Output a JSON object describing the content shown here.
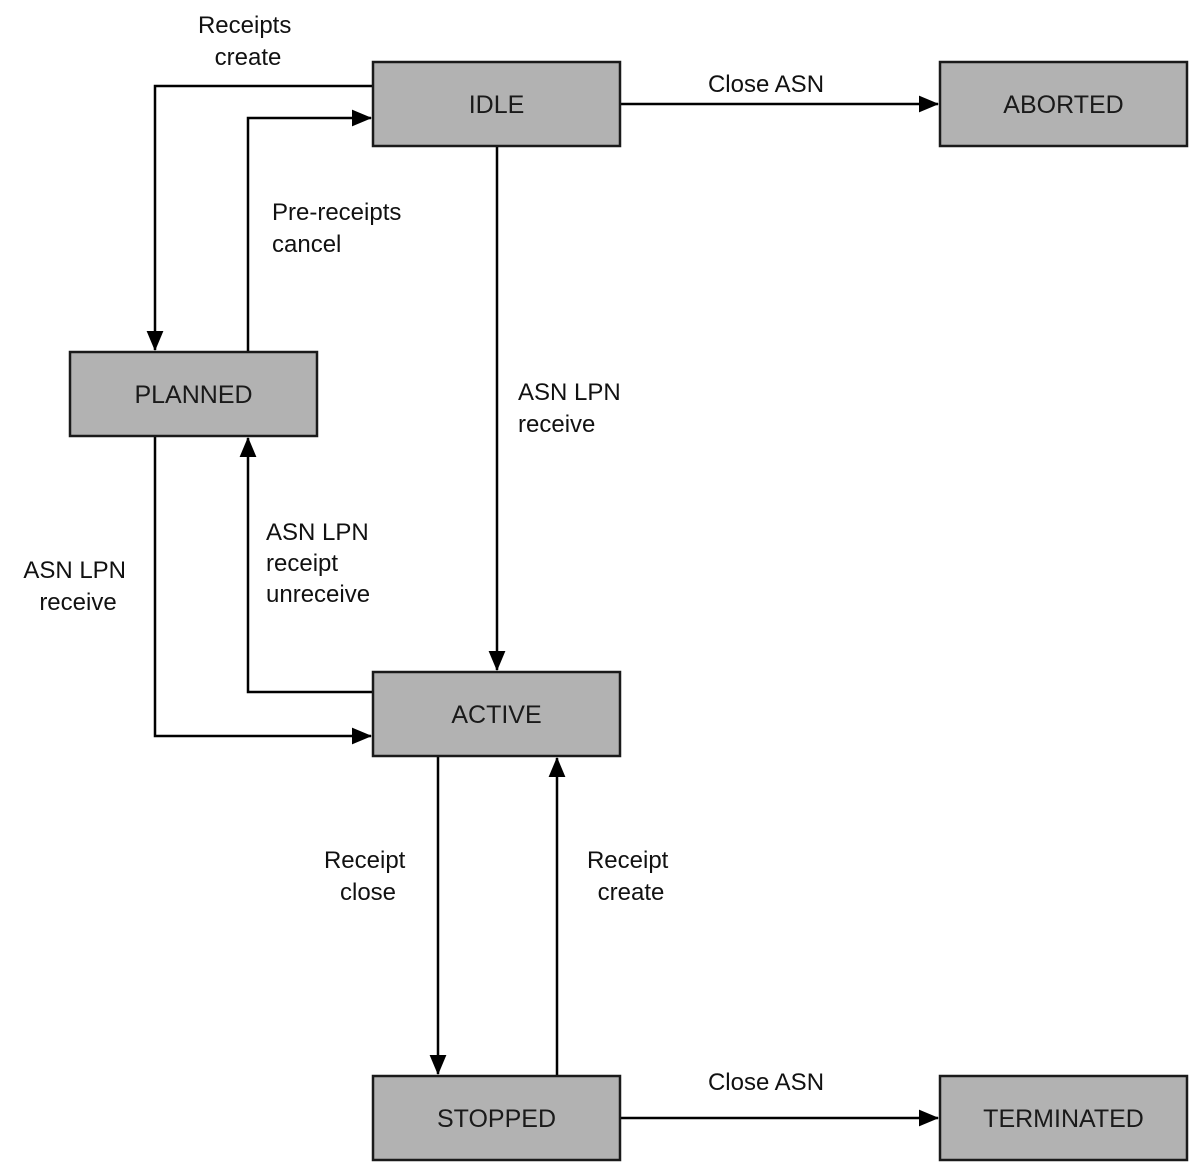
{
  "diagram": {
    "type": "state-machine",
    "background": "#ffffff",
    "state_fill": "#b2b2b2",
    "state_border": "#1a1a1a",
    "arrow_color": "#000000",
    "states": [
      {
        "id": "idle",
        "label": "IDLE"
      },
      {
        "id": "aborted",
        "label": "ABORTED"
      },
      {
        "id": "planned",
        "label": "PLANNED"
      },
      {
        "id": "active",
        "label": "ACTIVE"
      },
      {
        "id": "stopped",
        "label": "STOPPED"
      },
      {
        "id": "terminated",
        "label": "TERMINATED"
      }
    ],
    "transitions": [
      {
        "from": "idle",
        "to": "aborted",
        "label": "Close ASN",
        "label_lines": [
          "Close ASN"
        ]
      },
      {
        "from": "idle",
        "to": "planned",
        "label": "Receipts create",
        "label_lines": [
          "Receipts",
          "create"
        ]
      },
      {
        "from": "planned",
        "to": "idle",
        "label": "Pre-receipts cancel",
        "label_lines": [
          "Pre-receipts",
          "cancel"
        ]
      },
      {
        "from": "idle",
        "to": "active",
        "label": "ASN LPN receive",
        "label_lines": [
          "ASN LPN",
          "receive"
        ]
      },
      {
        "from": "planned",
        "to": "active",
        "label": "ASN LPN receive",
        "label_lines": [
          "ASN LPN",
          "receive"
        ]
      },
      {
        "from": "active",
        "to": "planned",
        "label": "ASN LPN receipt unreceive",
        "label_lines": [
          "ASN LPN",
          "receipt",
          "unreceive"
        ]
      },
      {
        "from": "active",
        "to": "stopped",
        "label": "Receipt close",
        "label_lines": [
          "Receipt",
          "close"
        ]
      },
      {
        "from": "stopped",
        "to": "active",
        "label": "Receipt create",
        "label_lines": [
          "Receipt",
          "create"
        ]
      },
      {
        "from": "stopped",
        "to": "terminated",
        "label": "Close ASN",
        "label_lines": [
          "Close ASN"
        ]
      }
    ]
  }
}
